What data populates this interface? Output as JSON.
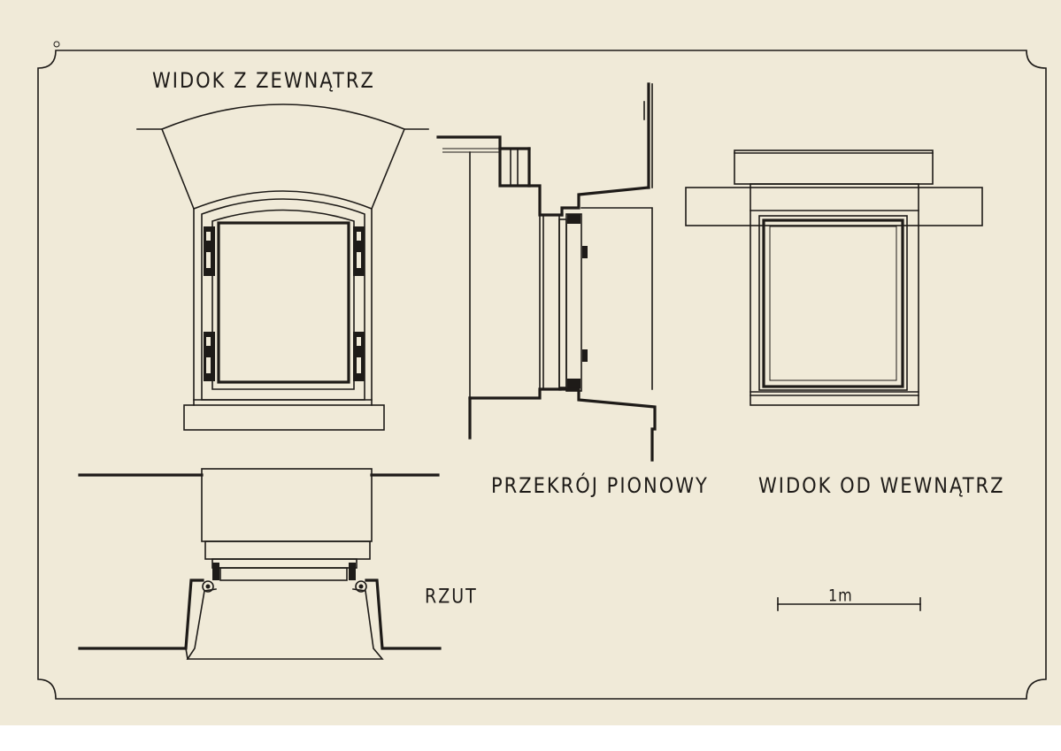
{
  "labels": {
    "exterior_view": "WIDOK Z ZEWNĄTRZ",
    "vertical_section": "PRZEKRÓJ PIONOWY",
    "interior_view": "WIDOK OD WEWNĄTRZ",
    "plan": "RZUT",
    "scale_bar": "1m"
  },
  "colors": {
    "paper": "#efe9d6",
    "ink": "#1e1b18",
    "background": "#ffffff"
  }
}
